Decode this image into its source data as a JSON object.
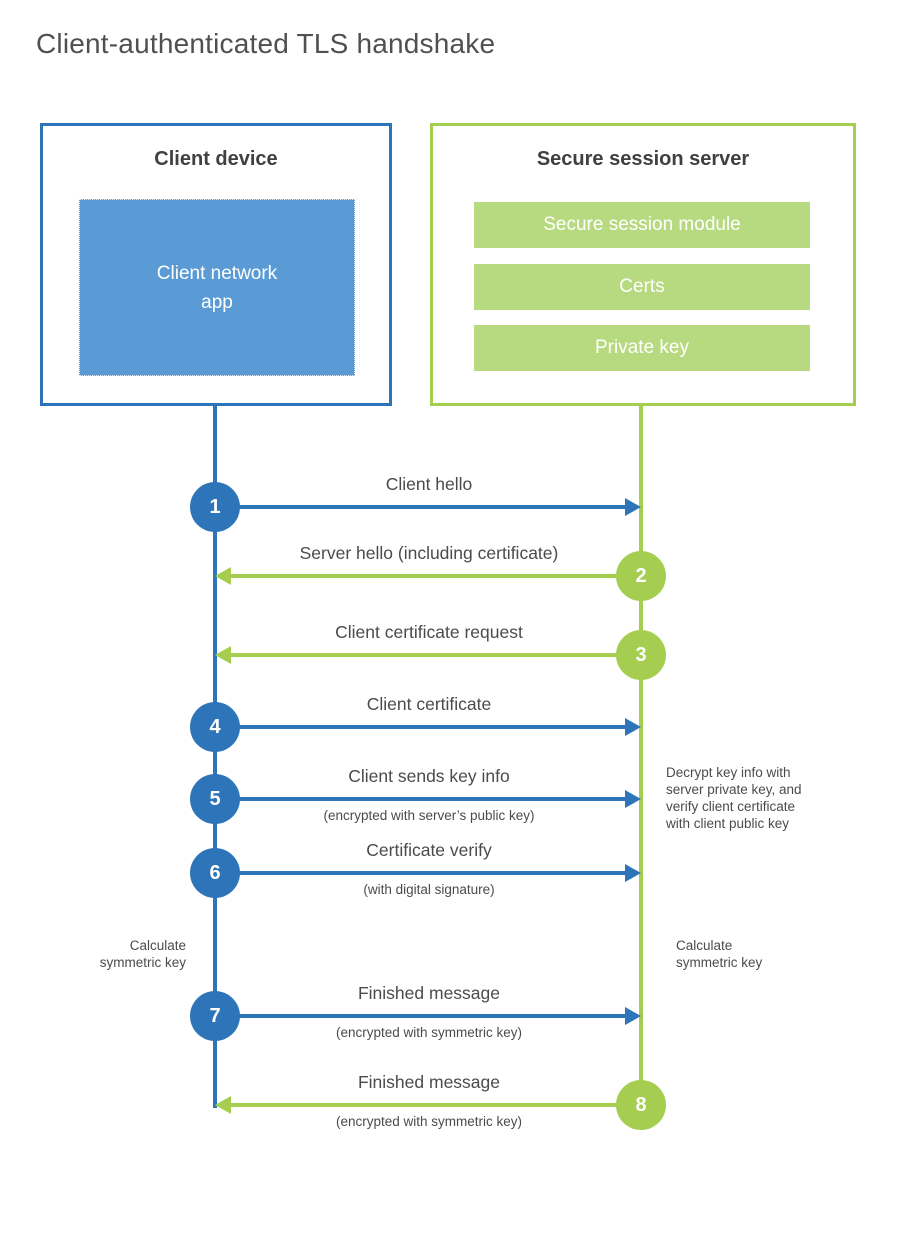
{
  "title": "Client-authenticated TLS handshake",
  "colors": {
    "blue": "#2e74b9",
    "blue_fill": "#5b9bd5",
    "green": "#a5ce50",
    "green_fill": "#b7da80",
    "text": "#4a4b4d"
  },
  "actors": {
    "client": {
      "title": "Client device",
      "component": "Client network\napp"
    },
    "server": {
      "title": "Secure session server",
      "components": [
        "Secure session module",
        "Certs",
        "Private key"
      ]
    }
  },
  "messages": [
    {
      "number": "1",
      "label": "Client hello",
      "sublabel": "",
      "from": "client",
      "to": "server",
      "color": "blue"
    },
    {
      "number": "2",
      "label": "Server hello (including certificate)",
      "sublabel": "",
      "from": "server",
      "to": "client",
      "color": "green"
    },
    {
      "number": "3",
      "label": "Client certificate request",
      "sublabel": "",
      "from": "server",
      "to": "client",
      "color": "green"
    },
    {
      "number": "4",
      "label": "Client certificate",
      "sublabel": "",
      "from": "client",
      "to": "server",
      "color": "blue"
    },
    {
      "number": "5",
      "label": "Client sends key info",
      "sublabel": "(encrypted with server’s public key)",
      "from": "client",
      "to": "server",
      "color": "blue"
    },
    {
      "number": "6",
      "label": "Certificate verify",
      "sublabel": "(with digital signature)",
      "from": "client",
      "to": "server",
      "color": "blue"
    },
    {
      "number": "7",
      "label": "Finished message",
      "sublabel": "(encrypted with symmetric key)",
      "from": "client",
      "to": "server",
      "color": "blue"
    },
    {
      "number": "8",
      "label": "Finished message",
      "sublabel": "(encrypted with symmetric key)",
      "from": "server",
      "to": "client",
      "color": "green"
    }
  ],
  "notes": {
    "decrypt": "Decrypt key info with\nserver private key, and\nverify client certificate\nwith client public key",
    "calc_left": "Calculate\nsymmetric key",
    "calc_right": "Calculate\nsymmetric key"
  }
}
